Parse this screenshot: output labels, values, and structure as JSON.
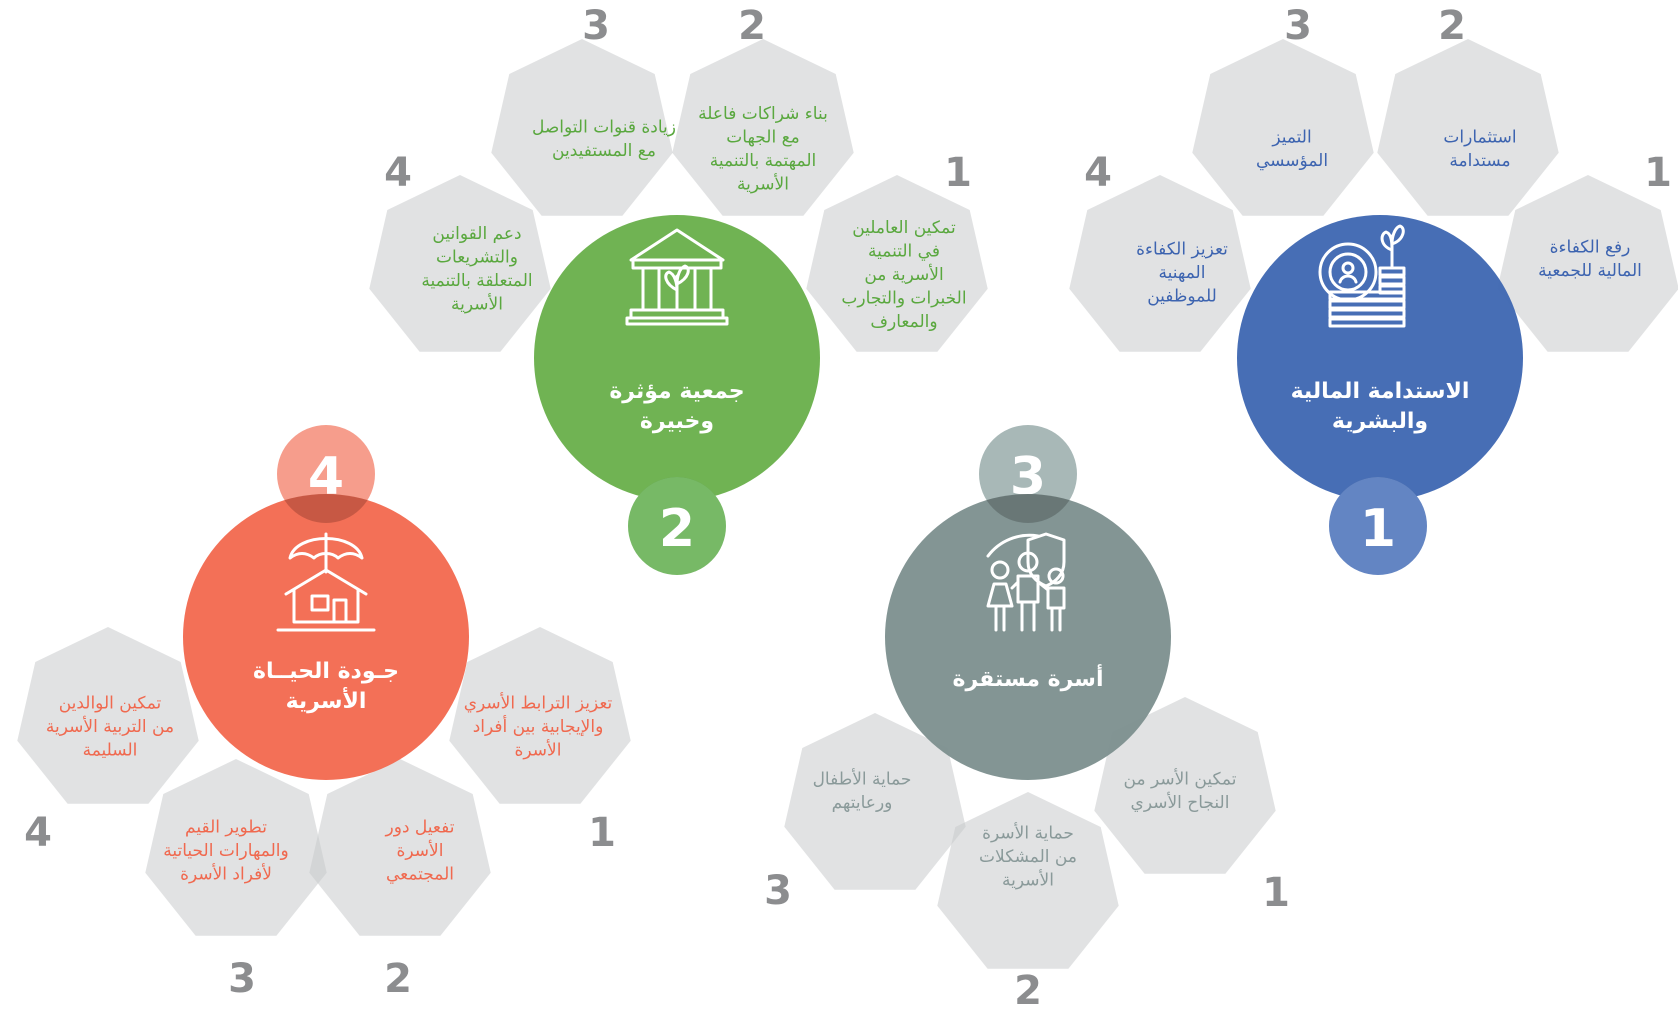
{
  "colors": {
    "petal": "#c9cacc",
    "step_number": "#8c8d8f",
    "blue": "#4068b2",
    "green": "#6ab04c",
    "gray": "#7e9190",
    "red": "#f26a50"
  },
  "groups": [
    {
      "id": "financial",
      "number": "1",
      "title": [
        "الاستدامة المالية",
        "والبشرية"
      ],
      "icon": "money-growth-icon",
      "items": [
        {
          "number": "1",
          "lines": [
            "رفع الكفاءة",
            "المالية للجمعية"
          ]
        },
        {
          "number": "2",
          "lines": [
            "استثمارات",
            "مستدامة"
          ]
        },
        {
          "number": "3",
          "lines": [
            "التميز",
            "المؤسسي"
          ]
        },
        {
          "number": "4",
          "lines": [
            "تعزيز الكفاءة",
            "المهنية",
            "للموظفين"
          ]
        }
      ]
    },
    {
      "id": "association",
      "number": "2",
      "title": [
        "جمعية مؤثرة",
        "وخبيرة"
      ],
      "icon": "institution-plant-icon",
      "items": [
        {
          "number": "1",
          "lines": [
            "تمكين العاملين",
            "في التنمية",
            "الأسرية من",
            "الخبرات والتجارب",
            "والمعارف"
          ]
        },
        {
          "number": "2",
          "lines": [
            "بناء شراكات فاعلة",
            "مع الجهات",
            "المهتمة بالتنمية",
            "الأسرية"
          ]
        },
        {
          "number": "3",
          "lines": [
            "زيادة قنوات التواصل",
            "مع المستفيدين"
          ]
        },
        {
          "number": "4",
          "lines": [
            "دعم القوانين",
            "والتشريعات",
            "المتعلقة بالتنمية",
            "الأسرية"
          ]
        }
      ]
    },
    {
      "id": "family",
      "number": "3",
      "title": [
        "أسرة مستقرة"
      ],
      "icon": "family-shield-icon",
      "items": [
        {
          "number": "1",
          "lines": [
            "تمكين الأسر من",
            "النجاح الأسري"
          ]
        },
        {
          "number": "2",
          "lines": [
            "حماية الأسرة",
            "من المشكلات",
            "الأسرية"
          ]
        },
        {
          "number": "3",
          "lines": [
            "حماية الأطفال",
            "ورعايتهم"
          ]
        }
      ]
    },
    {
      "id": "quality",
      "number": "4",
      "title": [
        "جـودة الحيــاة",
        "الأسرية"
      ],
      "icon": "house-umbrella-icon",
      "items": [
        {
          "number": "1",
          "lines": [
            "تعزيز الترابط الأسري",
            "والإيجابية بين أفراد",
            "الأسرة"
          ]
        },
        {
          "number": "2",
          "lines": [
            "تفعيل دور",
            "الأسرة",
            "المجتمعي"
          ]
        },
        {
          "number": "3",
          "lines": [
            "تطوير القيم",
            "والمهارات الحياتية",
            "لأفراد الأسرة"
          ]
        },
        {
          "number": "4",
          "lines": [
            "تمكين الوالدين",
            "من التربية الأسرية",
            "السليمة"
          ]
        }
      ]
    }
  ]
}
